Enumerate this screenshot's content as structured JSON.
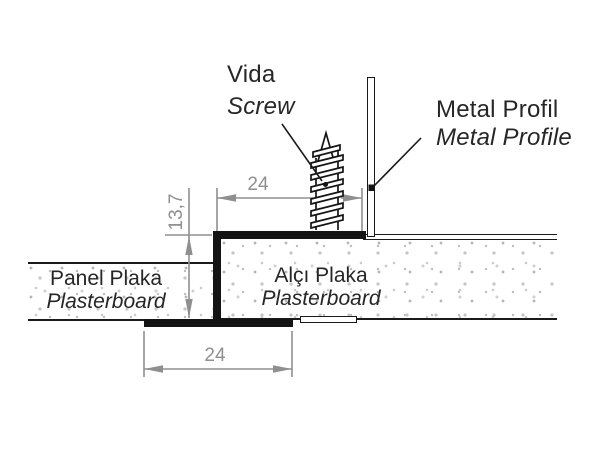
{
  "diagram_title": "plasterboard-access-panel-joint-detail",
  "labels": {
    "screw": {
      "tr": "Vida",
      "en": "Screw"
    },
    "metal_profile": {
      "tr": "Metal Profil",
      "en": "Metal Profile"
    },
    "panel_board": {
      "tr": "Panel Plaka",
      "en": "Plasterboard"
    },
    "gypsum_board": {
      "tr": "Alçı Plaka",
      "en": "Plasterboard"
    }
  },
  "dimensions": {
    "top_width": "24",
    "step_depth": "13,7",
    "bottom_width": "24"
  },
  "colors": {
    "line": "#1a1a1a",
    "dimension": "#8f8f8f",
    "background": "#ffffff",
    "texture_dot": "#c2c2c2"
  }
}
